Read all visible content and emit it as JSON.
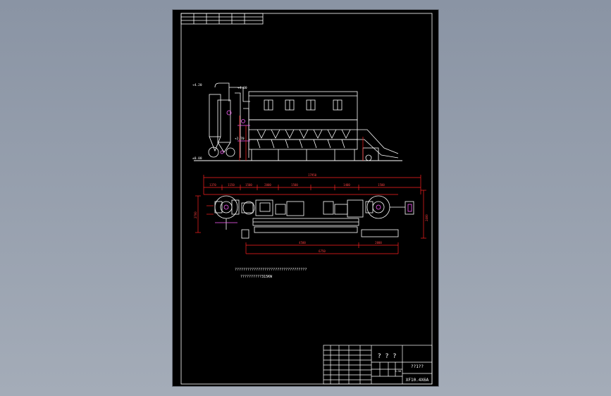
{
  "colors": {
    "background": "#96a0ae",
    "sheet": "#000000",
    "line": "#ffffff",
    "dimension": "#ff2020",
    "accent": "#ff60ff"
  },
  "elevations": {
    "top": "+4.20",
    "roof": "+4.00",
    "mid": "+2.70",
    "floor": "±0.00"
  },
  "dimensions": {
    "overall_length": "17950",
    "seg_1": "1370",
    "seg_2": "1150",
    "seg_3": "1500",
    "seg_4": "2000",
    "seg_5": "1500",
    "seg_6": "1400",
    "seg_7": "1500",
    "height_left": "2700",
    "height_right": "2400",
    "bed_length": "4500",
    "bed_length_2": "2000",
    "base_length": "6750"
  },
  "notes": {
    "line_1": "??????????????????????????????????",
    "line_2": "??????????315KW"
  },
  "title_block": {
    "title": "? ? ?",
    "code_label": "??1??",
    "drawing_number": "XF10.4X6A",
    "scale_cell": "1:50"
  }
}
